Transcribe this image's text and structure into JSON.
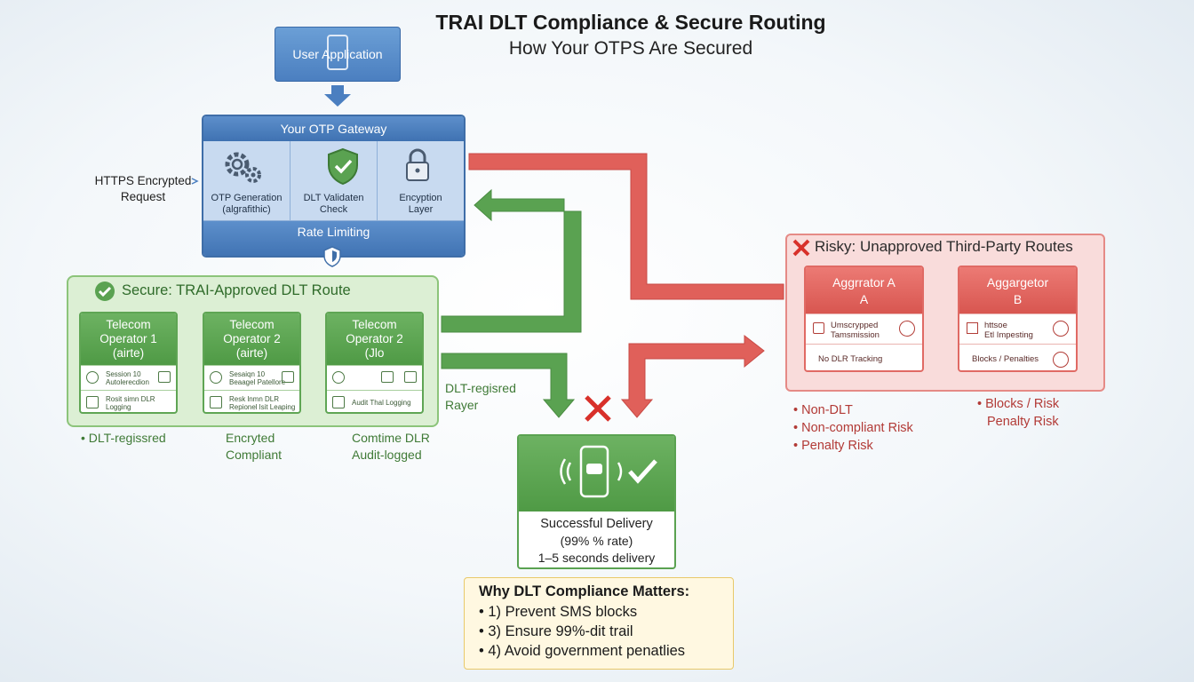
{
  "header": {
    "title": "TRAI DLT Compliance & Secure Routing",
    "subtitle": "How Your OTPS Are Secured"
  },
  "user_app": {
    "label": "User Application"
  },
  "https_label": {
    "line1": "HTTPS Encrypted",
    "line2": "Request"
  },
  "gateway": {
    "title": "Your OTP Gateway",
    "cells": [
      {
        "line1": "OTP Generation",
        "line2": "(algrafithic)",
        "icon": "gears-icon"
      },
      {
        "line1": "DLT Validaten Check",
        "line2": "",
        "icon": "shield-check-icon"
      },
      {
        "line1": "Encyption",
        "line2": "Layer",
        "icon": "lock-icon"
      }
    ],
    "footer": "Rate Limiting"
  },
  "secure_route": {
    "title": "Secure: TRAI-Approved DLT Route",
    "operators": [
      {
        "name1": "Telecom",
        "name2": "Operator 1",
        "name3": "(airte)",
        "row1a": "Session 10",
        "row1b": "Autolerecdion",
        "row2a": "Rosit simn DLR",
        "row2b": "Logging"
      },
      {
        "name1": "Telecom",
        "name2": "Operator 2",
        "name3": "(airte)",
        "row1a": "Sesaiqn 10",
        "row1b": "Beaagel Patellore",
        "row2a": "Resk lnmn DLR",
        "row2b": "Repionel lsit Leaping"
      },
      {
        "name1": "Telecom",
        "name2": "Operator 2",
        "name3": "(Jlo",
        "row1a": "",
        "row1b": "",
        "row2a": "Audit Thal Logging",
        "row2b": ""
      }
    ],
    "notes": [
      {
        "line1": "• DLT-regissred",
        "line2": ""
      },
      {
        "line1": "Encryted",
        "line2": "Compliant"
      },
      {
        "line1": "Comtime DLR",
        "line2": "Audit-logged"
      }
    ],
    "side_note": {
      "line1": "DLT-regisred",
      "line2": "Rayer"
    }
  },
  "risky_route": {
    "title": "Risky: Unapproved Third-Party Routes",
    "aggregators": [
      {
        "name1": "Aggrrator A",
        "name2": "A",
        "row1a": "Umscrypped",
        "row1b": "Tamsmission",
        "row2": "No DLR Tracking"
      },
      {
        "name1": "Aggargetor",
        "name2": "B",
        "row1a": "httsoe",
        "row1b": "Etl Impesting",
        "row2": "Blocks / Penalties"
      }
    ],
    "notes_left": [
      "• Non-DLT",
      "• Non-compliant Risk",
      "• Penalty Risk"
    ],
    "notes_right": [
      "• Blocks / Risk",
      "Penalty Risk"
    ]
  },
  "delivery": {
    "title": "Successful Delivery",
    "rate": "(99% % rate)",
    "time": "1–5 seconds delivery"
  },
  "why_box": {
    "title": "Why DLT Compliance Matters:",
    "items": [
      "• 1) Prevent SMS blocks",
      "• 3) Ensure 99%-dit trail",
      "• 4) Avoid government penatlies"
    ]
  },
  "colors": {
    "blue": "#4b7fc0",
    "green": "#5aa251",
    "red": "#e0605a",
    "yellow": "#fff8e1"
  }
}
